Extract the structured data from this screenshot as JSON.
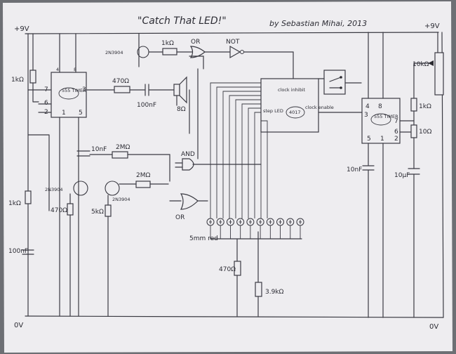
{
  "title": "\"Catch That LED!\"",
  "credit": "by Sebastian Mihai, 2013",
  "rails": {
    "vcc_left": "+9V",
    "vcc_right": "+9V",
    "gnd_left": "0V",
    "gnd_right": "0V"
  },
  "ic_left": {
    "name": "555 TIMER",
    "pins": {
      "p4": "4",
      "p8": "8",
      "p7": "7",
      "p6": "6",
      "p2": "2",
      "p1": "1",
      "p5": "5",
      "p3": "3"
    }
  },
  "ic_right": {
    "name": "555 TIMER",
    "pins": {
      "p4": "4",
      "p8": "8",
      "p3": "3",
      "p7": "7",
      "p6": "6",
      "p2": "2",
      "p5": "5",
      "p1": "1"
    }
  },
  "counter": {
    "name": "4017",
    "labels": {
      "clock_inhibit": "clock inhibit",
      "step_led": "step LED",
      "clock_enable": "clock enable"
    }
  },
  "parts": {
    "q_top": "2N3904",
    "r_top": "1kΩ",
    "gate_or_top": "OR",
    "gate_not": "NOT",
    "r_470_spk": "470Ω",
    "c_100n_spk": "100nF",
    "speaker": "8Ω",
    "r_1k_left": "1kΩ",
    "c_10n": "10nF",
    "r_2m_a": "2MΩ",
    "r_2m_b": "2MΩ",
    "gate_and": "AND",
    "gate_or_bot": "OR",
    "q_left": "2N3904",
    "q_right": "2N3904",
    "r_470_q": "470Ω",
    "r_5k": "5kΩ",
    "r_1k_bot": "1kΩ",
    "c_100n_bot": "100nF",
    "led_note": "5mm red",
    "r_470_led": "470Ω",
    "r_3k9": "3.9kΩ",
    "c_10n_right": "10nF",
    "c_10u": "10µF",
    "pot_10k": "10kΩ",
    "r_1k_right": "1kΩ",
    "r_10_right": "10Ω"
  },
  "led_count": 10
}
